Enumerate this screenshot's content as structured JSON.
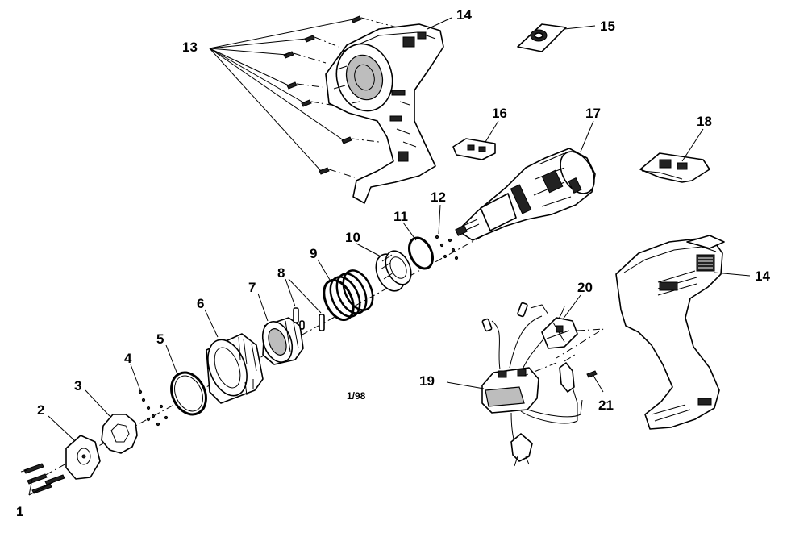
{
  "diagram_code": "1/98",
  "callouts": {
    "c1": "1",
    "c2": "2",
    "c3": "3",
    "c4": "4",
    "c5": "5",
    "c6": "6",
    "c7": "7",
    "c8": "8",
    "c9": "9",
    "c10": "10",
    "c11": "11",
    "c12": "12",
    "c13": "13",
    "c14_top": "14",
    "c14_right": "14",
    "c15": "15",
    "c16": "16",
    "c17": "17",
    "c18": "18",
    "c19": "19",
    "c20": "20",
    "c21": "21"
  }
}
